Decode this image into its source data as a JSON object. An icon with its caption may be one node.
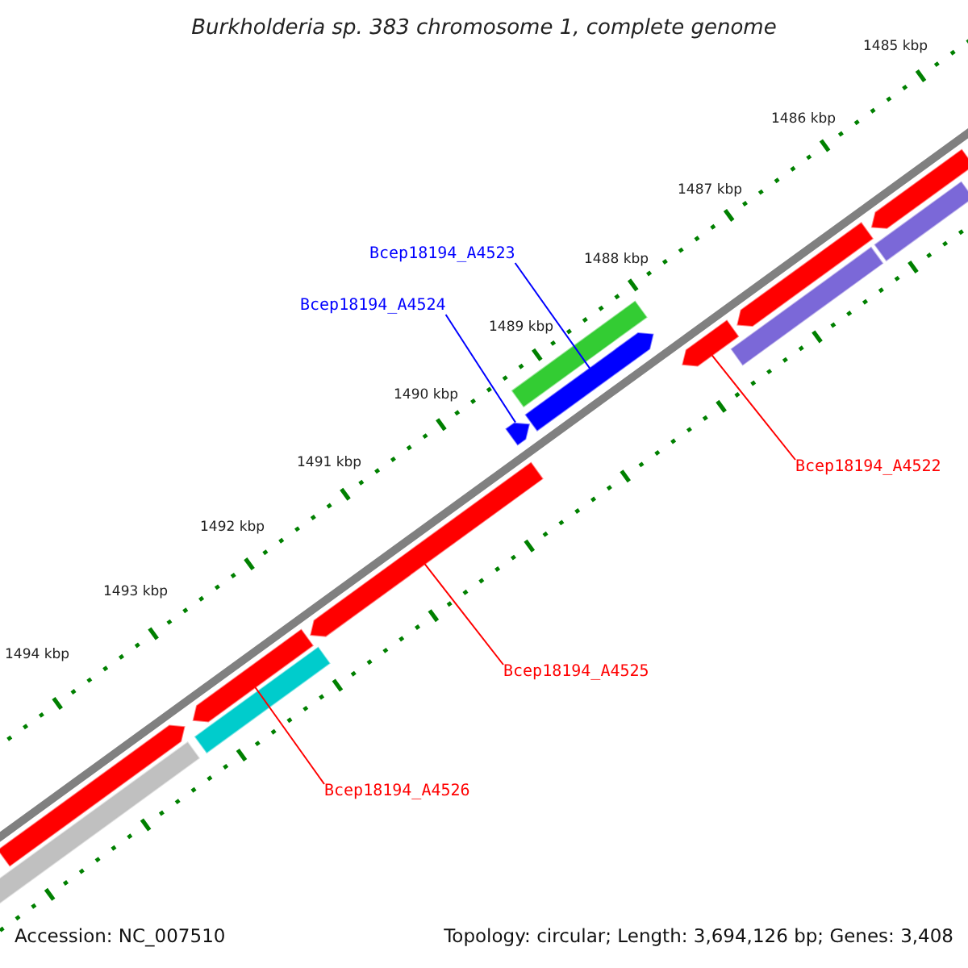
{
  "diagram": {
    "title": "Burkholderia sp. 383 chromosome 1, complete genome",
    "nodes": [
      {
        "text": [
          "Bcep18194_A4523"
        ]
      },
      {
        "text": [
          "Bcep18194_A4524"
        ]
      },
      {
        "text": [
          "Bcep18194_A4522"
        ]
      },
      {
        "text": [
          "Bcep18194_A4525"
        ]
      },
      {
        "text": [
          "Bcep18194_A4526"
        ]
      },
      {
        "text": [],
        "shape": "bar"
      },
      {
        "text": [],
        "shape": "arrow"
      },
      {
        "text": [],
        "shape": "arrow"
      },
      {
        "text": [],
        "shape": "bar"
      },
      {
        "text": [],
        "shape": "arrow"
      },
      {
        "text": [],
        "shape": "arrow"
      },
      {
        "text": [],
        "shape": "bar"
      },
      {
        "text": [],
        "shape": "arrow"
      },
      {
        "text": [],
        "shape": "arrow"
      },
      {
        "text": [],
        "shape": "bar"
      },
      {
        "text": [],
        "shape": "arrow"
      },
      {
        "text": [],
        "shape": "bar"
      },
      {
        "text": [],
        "shape": "arrow"
      }
    ],
    "edges": [
      {
        "from": 0,
        "to": 12,
        "arrow": "none",
        "color": "#0000ff"
      },
      {
        "from": 1,
        "to": 10,
        "arrow": "none",
        "color": "#0000ff"
      },
      {
        "from": 2,
        "to": 13,
        "arrow": "none"
      },
      {
        "from": 3,
        "to": 9,
        "arrow": "none"
      },
      {
        "from": 4,
        "to": 7,
        "arrow": "none"
      }
    ],
    "labels": [
      "1485 kbp",
      "1486 kbp",
      "1487 kbp",
      "1488 kbp",
      "1489 kbp",
      "1490 kbp",
      "1491 kbp",
      "1492 kbp",
      "1493 kbp",
      "1494 kbp",
      "Accession: NC_007510",
      "Topology: circular; Length: 3,694,126 bp; Genes: 3,408"
    ]
  }
}
